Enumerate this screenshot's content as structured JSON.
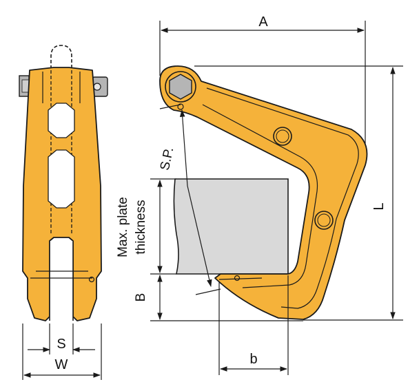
{
  "colors": {
    "body": "#f5b23a",
    "body_dark": "#d18b1c",
    "stroke": "#1a1a1a",
    "plate": "#d9d9d9",
    "hardware": "#b5b5b5",
    "background": "#ffffff"
  },
  "labels": {
    "A": "A",
    "L": "L",
    "SP": "S.P.",
    "max_plate_line1": "Max. plate",
    "max_plate_line2": "thickness",
    "B": "B",
    "b": "b",
    "S": "S",
    "W": "W"
  }
}
